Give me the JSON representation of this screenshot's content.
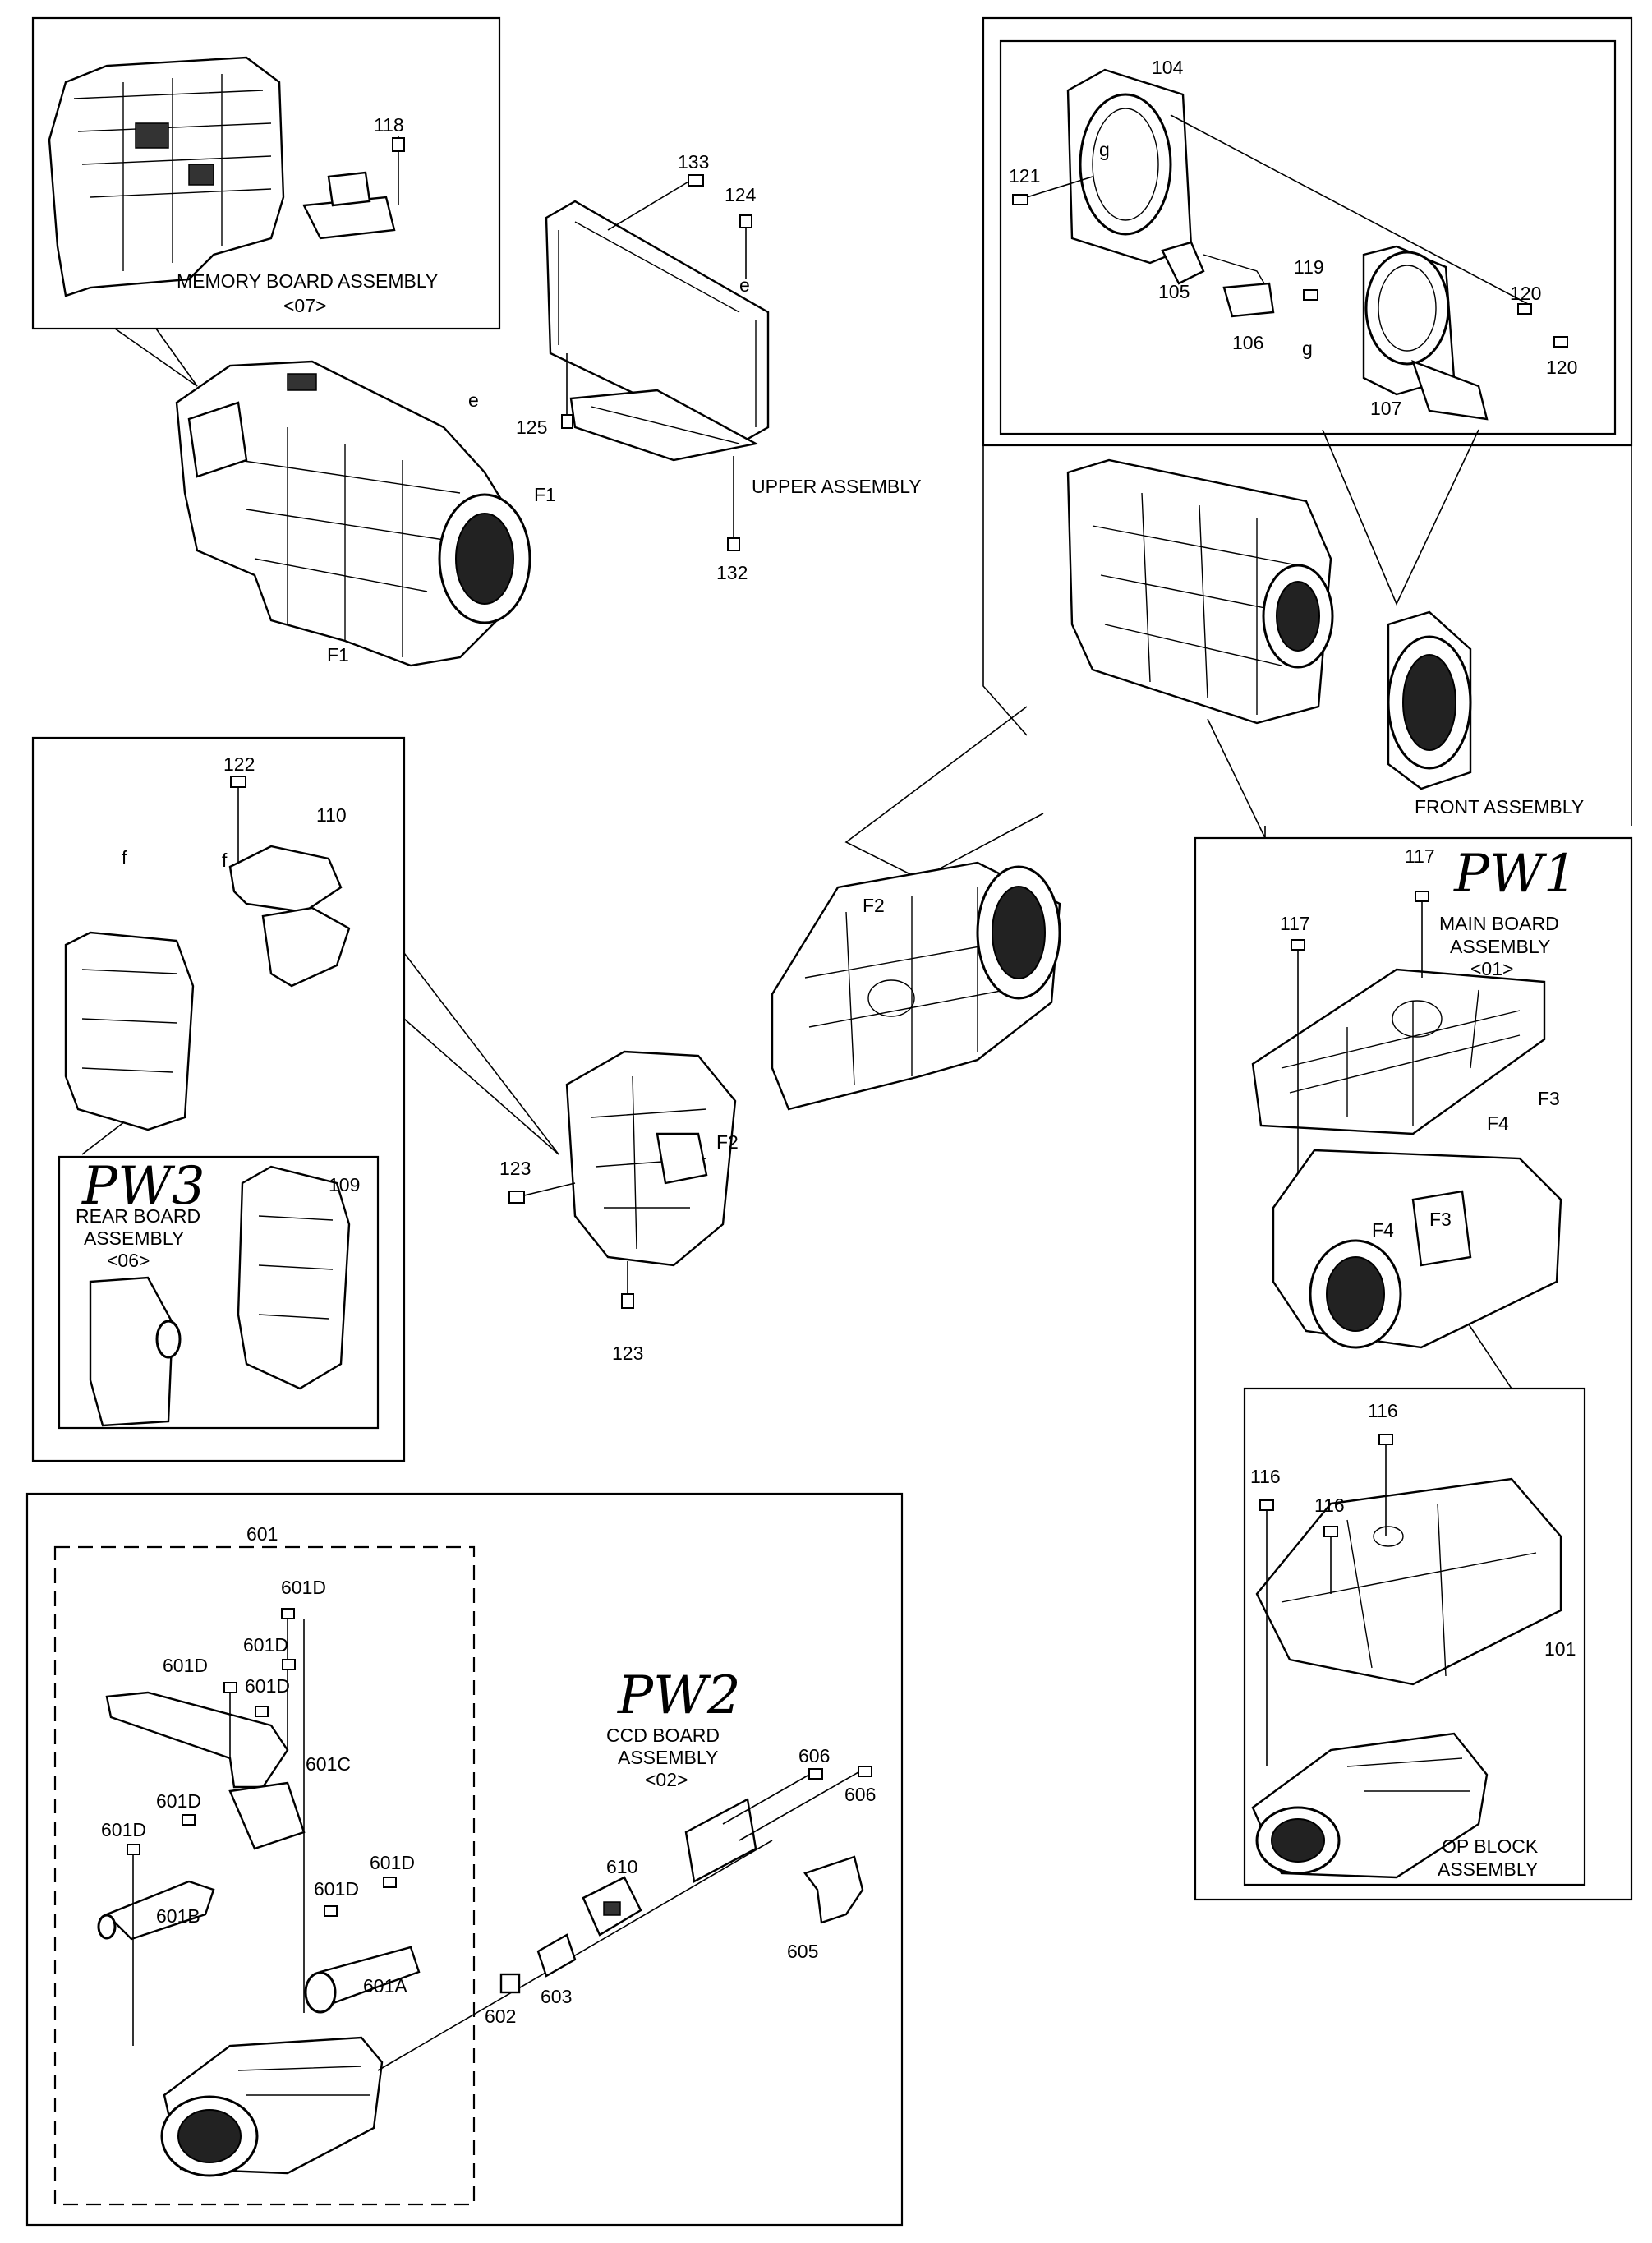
{
  "assemblies": {
    "memory_board": "MEMORY BOARD ASSEMBLY",
    "memory_board_code": "<07>",
    "upper": "UPPER ASSEMBLY",
    "front": "FRONT ASSEMBLY",
    "main_board_line1": "MAIN BOARD",
    "main_board_line2": "ASSEMBLY",
    "main_board_code": "<01>",
    "rear_board_line1": "REAR BOARD",
    "rear_board_line2": "ASSEMBLY",
    "rear_board_code": "<06>",
    "ccd_board_line1": "CCD BOARD",
    "ccd_board_line2": "ASSEMBLY",
    "ccd_board_code": "<02>",
    "op_block_line1": "OP BLOCK",
    "op_block_line2": "ASSEMBLY"
  },
  "handwritten": {
    "pw1": "PW1",
    "pw2": "PW2",
    "pw3": "PW3"
  },
  "part_numbers": {
    "p118": "118",
    "p133": "133",
    "p124": "124",
    "p125": "125",
    "p132": "132",
    "p104": "104",
    "p121": "121",
    "p119": "119",
    "p120a": "120",
    "p120b": "120",
    "p105": "105",
    "p106": "106",
    "p107": "107",
    "p122": "122",
    "p110": "110",
    "p109": "109",
    "p123a": "123",
    "p123b": "123",
    "p117a": "117",
    "p117b": "117",
    "p116a": "116",
    "p116b": "116",
    "p116c": "116",
    "p101": "101",
    "p601": "601",
    "p601d_1": "601D",
    "p601d_2": "601D",
    "p601d_3": "601D",
    "p601d_4": "601D",
    "p601d_5": "601D",
    "p601d_6": "601D",
    "p601d_7": "601D",
    "p601d_8": "601D",
    "p601c": "601C",
    "p601b": "601B",
    "p601a": "601A",
    "p602": "602",
    "p603": "603",
    "p605": "605",
    "p606a": "606",
    "p606b": "606",
    "p610": "610"
  },
  "refs": {
    "e1": "e",
    "e2": "e",
    "f1a": "F1",
    "f1b": "F1",
    "f2a": "F2",
    "f2b": "F2",
    "f3a": "F3",
    "f3b": "F3",
    "f4a": "F4",
    "f4b": "F4",
    "fa": "f",
    "fb": "f",
    "ga": "g",
    "gb": "g"
  }
}
